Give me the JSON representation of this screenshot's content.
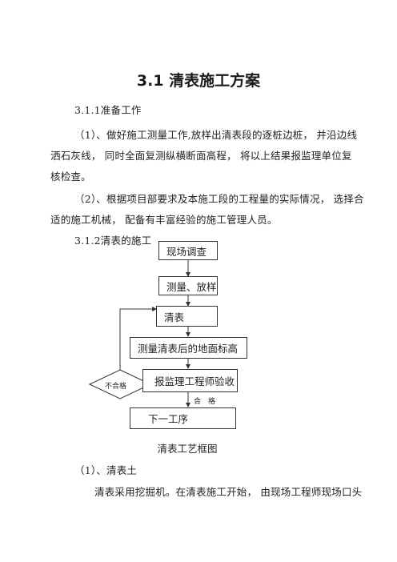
{
  "doc": {
    "title": "3.1 清表施工方案",
    "s311": "3.1.1准备工作",
    "p1_l1": "（1）、做好施工测量工作,放样出清表段的逐桩边桩， 并沿边线",
    "p1_l2": "洒石灰线， 同时全面复测纵横断面高程， 将以上结果报监理单位复",
    "p1_l3": "核检查。",
    "p2_l1": "（2）、根据项目部要求及本施工段的工程量的实际情况， 选择合",
    "p2_l2": "适的施工机械， 配备有丰富经验的施工管理人员。",
    "s312": "3.1.2清表的施工",
    "sub1": "（1）、清表土",
    "body1": "清表采用挖掘机。在清表施工开始， 由现场工程师现场口头"
  },
  "flowchart": {
    "step1": "现场调查",
    "step2": "测量、放样",
    "step3": "清表",
    "step4": "测量清表后的地面标高",
    "step5": "报监理工程师验收",
    "fail": "不合格",
    "pass": "合　格",
    "step6": "下一工序",
    "caption": "清表工艺框图"
  }
}
